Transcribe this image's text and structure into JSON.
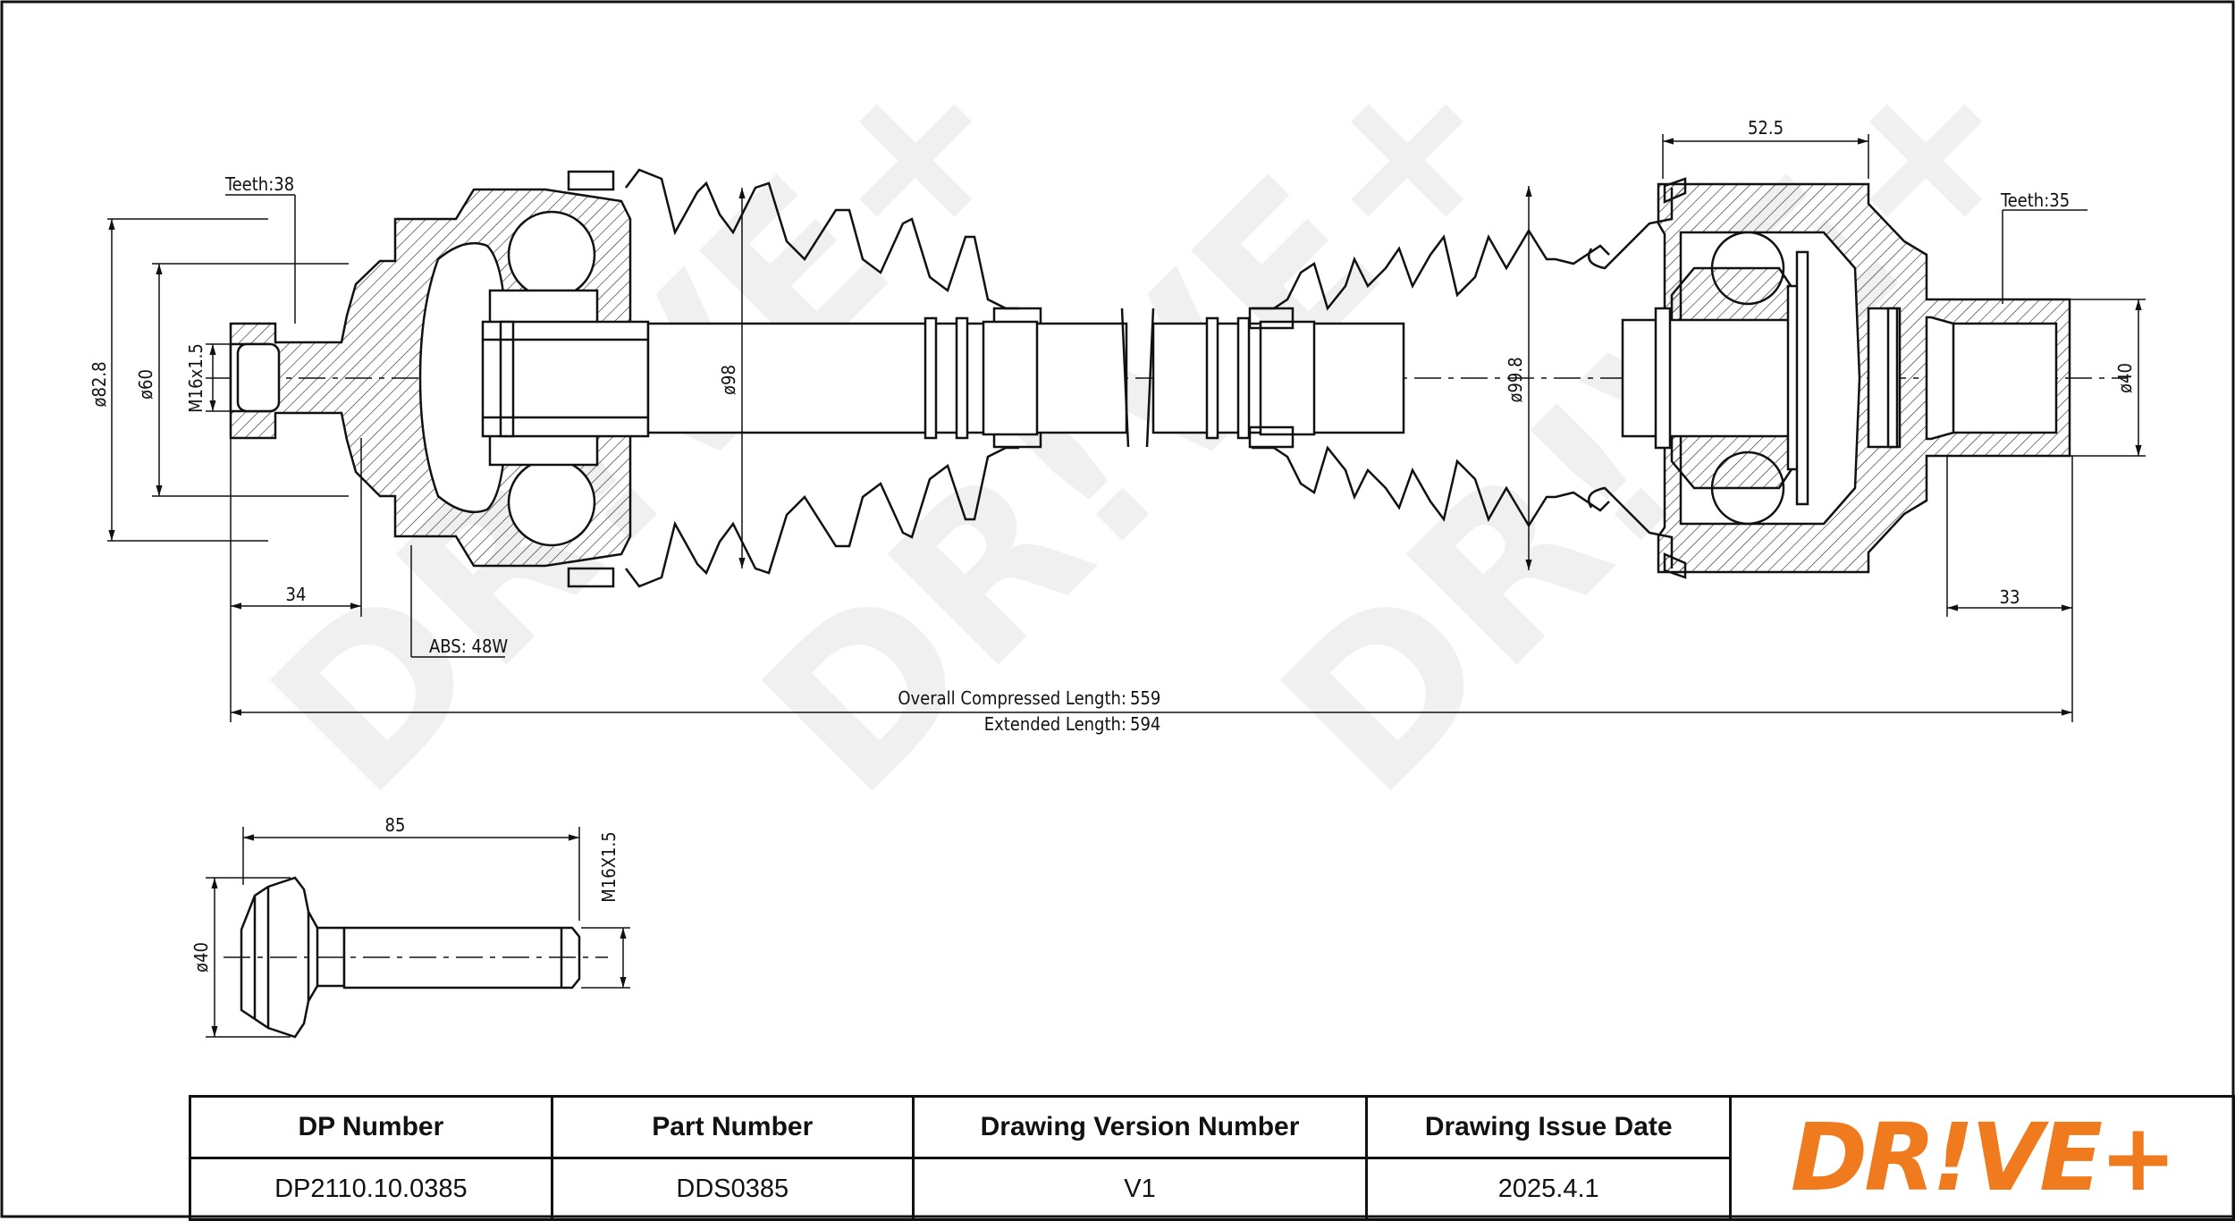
{
  "drawing": {
    "labels": {
      "teeth_left": "Teeth:38",
      "teeth_right": "Teeth:35",
      "dia_82_8": "ø82.8",
      "dia_60": "ø60",
      "m16": "M16x1.5",
      "dia_98": "ø98",
      "dia_99_8": "ø99.8",
      "dia_40_right": "ø40",
      "dim_52_5": "52.5",
      "dim_34": "34",
      "dim_33": "33",
      "abs": "ABS: 48W",
      "overall_label": "Overall Compressed Length:",
      "overall_value": "559",
      "extended_label": "Extended Length:",
      "extended_value": "594"
    },
    "bolt": {
      "dim_85": "85",
      "thread": "M16X1.5",
      "dia_40": "ø40"
    },
    "watermark": "DR!VE+"
  },
  "title_block": {
    "headers": {
      "dp_number": "DP Number",
      "part_number": "Part Number",
      "drawing_version": "Drawing Version Number",
      "issue_date": "Drawing Issue Date"
    },
    "values": {
      "dp_number": "DP2110.10.0385",
      "part_number": "DDS0385",
      "drawing_version": "V1",
      "issue_date": "2025.4.1"
    },
    "logo_text": "DR!VE+"
  },
  "colors": {
    "logo_orange": "#f07a1e",
    "ink": "#111111"
  }
}
